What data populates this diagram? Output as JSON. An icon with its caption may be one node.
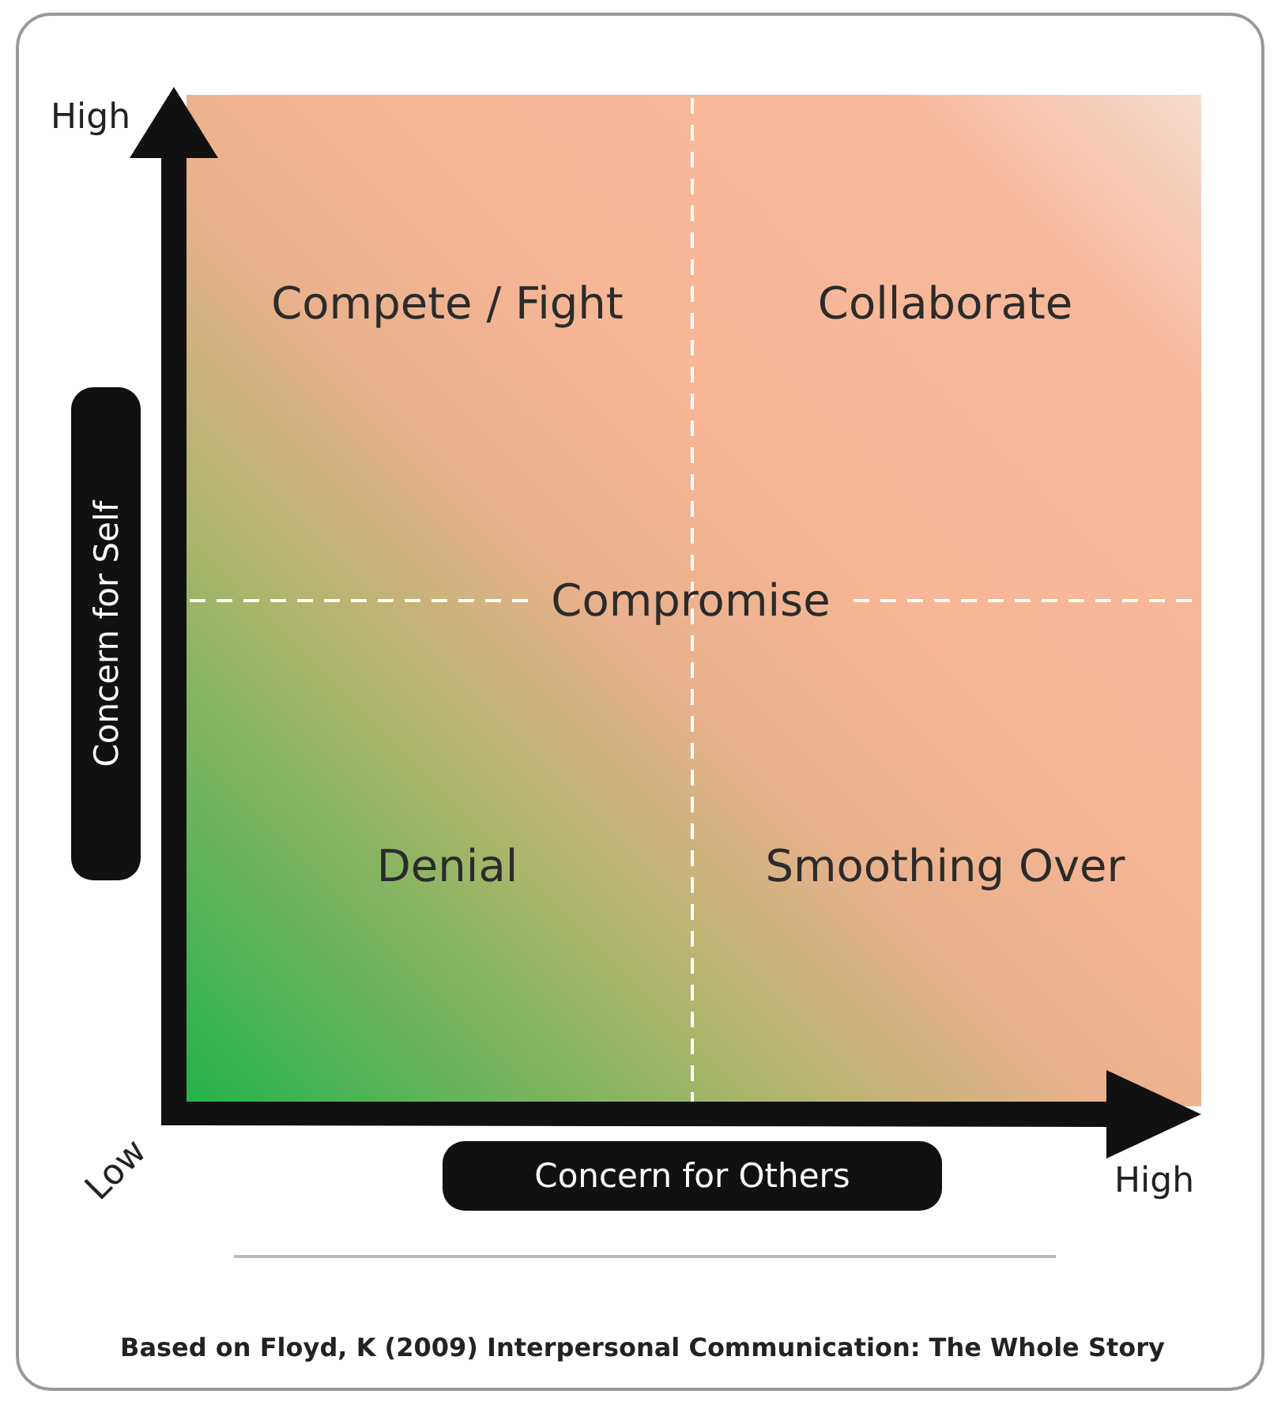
{
  "diagram": {
    "caption": "Based on Floyd, K (2009) Interpersonal Communication: The Whole Story",
    "nodes": [
      {
        "text": [
          "Concern for Self"
        ]
      },
      {
        "text": [
          "Concern for Others"
        ]
      }
    ],
    "labels": [
      "High",
      "Compete / Fight",
      "Collaborate",
      "Compromise",
      "Denial",
      "Smoothing Over",
      "Low",
      "High"
    ]
  }
}
